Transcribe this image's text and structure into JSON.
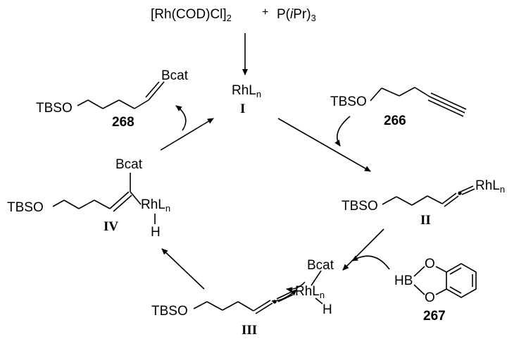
{
  "reagents": {
    "catalyst_main": "[Rh(COD)Cl]",
    "catalyst_sub": "2",
    "plus": "+",
    "ligand_pre": "P(",
    "ligand_italic": "i",
    "ligand_mid": "Pr)",
    "ligand_sub": "3"
  },
  "species_I": {
    "label_main": "RhL",
    "label_sub": "n",
    "roman": "I"
  },
  "species_266": {
    "group": "TBSO",
    "number": "266"
  },
  "species_II": {
    "group": "TBSO",
    "metal_main": "RhL",
    "metal_sub": "n",
    "roman": "II"
  },
  "species_267": {
    "hb": "HB",
    "o_top": "O",
    "o_bottom": "O",
    "number": "267"
  },
  "species_III": {
    "bcat": "Bcat",
    "metal_main": "RhL",
    "metal_sub": "n",
    "h": "H",
    "group": "TBSO",
    "roman": "III"
  },
  "species_IV": {
    "bcat": "Bcat",
    "metal_main": "RhL",
    "metal_sub": "n",
    "h": "H",
    "group": "TBSO",
    "roman": "IV"
  },
  "species_268": {
    "bcat": "Bcat",
    "group": "TBSO",
    "number": "268"
  }
}
